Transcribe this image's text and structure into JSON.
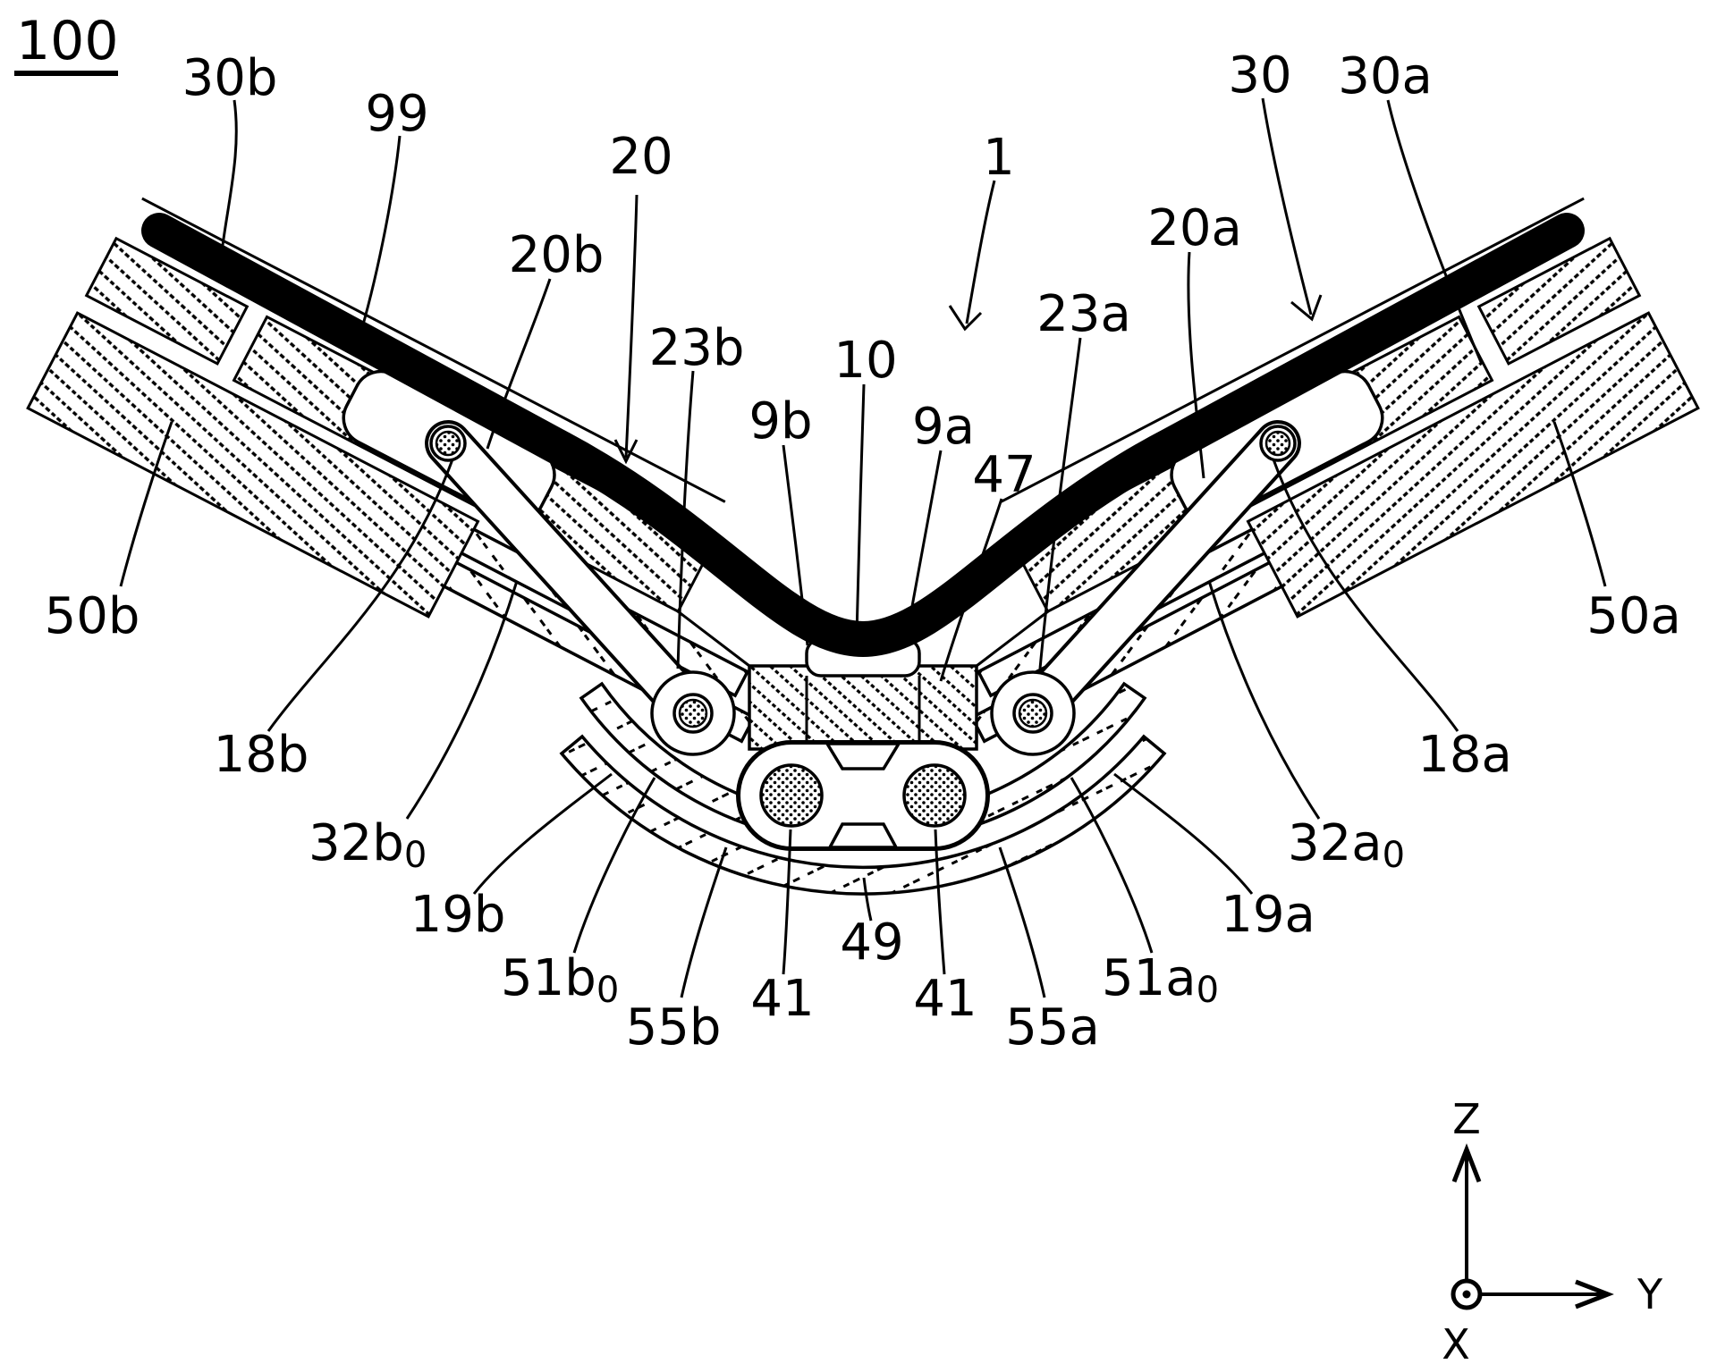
{
  "figure_number": "100",
  "colors": {
    "ink": "#000000",
    "paper": "#ffffff"
  },
  "labels": {
    "n100": {
      "text": "100"
    },
    "n30b": {
      "text": "30b"
    },
    "n99": {
      "text": "99"
    },
    "n20": {
      "text": "20"
    },
    "n20b": {
      "text": "20b"
    },
    "n23b": {
      "text": "23b"
    },
    "n10": {
      "text": "10"
    },
    "n9b": {
      "text": "9b"
    },
    "n9a": {
      "text": "9a"
    },
    "n47": {
      "text": "47"
    },
    "n1": {
      "text": "1"
    },
    "n23a": {
      "text": "23a"
    },
    "n20a": {
      "text": "20a"
    },
    "n30": {
      "text": "30"
    },
    "n30a": {
      "text": "30a"
    },
    "n50b": {
      "text": "50b"
    },
    "n50a": {
      "text": "50a"
    },
    "n18b": {
      "text": "18b"
    },
    "n18a": {
      "text": "18a"
    },
    "n32b0": {
      "text": "32b",
      "sub": "0"
    },
    "n32a0": {
      "text": "32a",
      "sub": "0"
    },
    "n19b": {
      "text": "19b"
    },
    "n19a": {
      "text": "19a"
    },
    "n51b0": {
      "text": "51b",
      "sub": "0"
    },
    "n51a0": {
      "text": "51a",
      "sub": "0"
    },
    "n55b": {
      "text": "55b"
    },
    "n55a": {
      "text": "55a"
    },
    "n41_left": {
      "text": "41"
    },
    "n41_right": {
      "text": "41"
    },
    "n49": {
      "text": "49"
    }
  },
  "axes": {
    "z": "Z",
    "y": "Y",
    "x": "X"
  }
}
